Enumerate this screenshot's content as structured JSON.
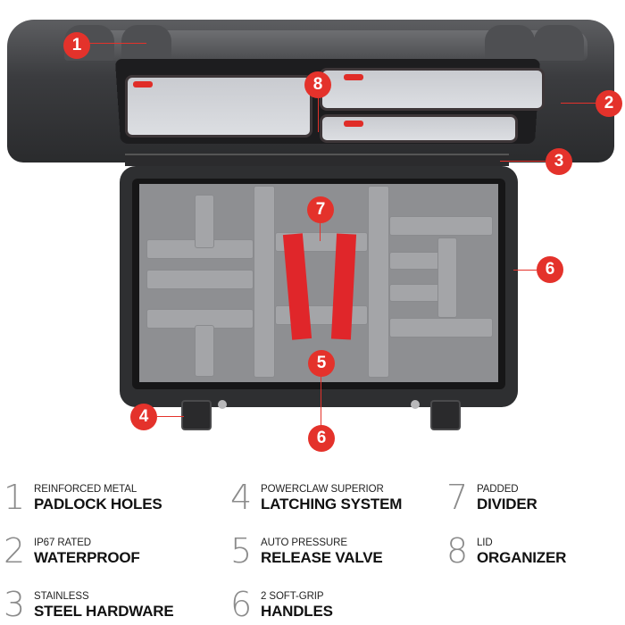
{
  "product": {
    "name": "Hard carry-on case with padded dividers and lid organizer",
    "colors": {
      "callout": "#e4322b",
      "case_body": "#2e2f31",
      "divider": "#a4a5a8",
      "strap": "#e0262a"
    },
    "callouts": [
      {
        "n": "1",
        "target": "padlock holes"
      },
      {
        "n": "2",
        "target": "waterproof seal"
      },
      {
        "n": "3",
        "target": "stainless steel hinge hardware"
      },
      {
        "n": "4",
        "target": "latch"
      },
      {
        "n": "5",
        "target": "pressure release valve"
      },
      {
        "n": "6",
        "target": "handle (bottom)"
      },
      {
        "n": "6",
        "target": "handle (side)"
      },
      {
        "n": "7",
        "target": "padded divider"
      },
      {
        "n": "8",
        "target": "lid organizer"
      }
    ]
  },
  "features": [
    {
      "num": "1",
      "sub": "REINFORCED METAL",
      "main": "PADLOCK HOLES"
    },
    {
      "num": "2",
      "sub": "IP67 RATED",
      "main": "WATERPROOF"
    },
    {
      "num": "3",
      "sub": "STAINLESS",
      "main": "STEEL HARDWARE"
    },
    {
      "num": "4",
      "sub": "POWERCLAW SUPERIOR",
      "main": "LATCHING SYSTEM"
    },
    {
      "num": "5",
      "sub": "AUTO PRESSURE",
      "main": "RELEASE VALVE"
    },
    {
      "num": "6",
      "sub": "2 SOFT-GRIP",
      "main": "HANDLES"
    },
    {
      "num": "7",
      "sub": "PADDED",
      "main": "DIVIDER"
    },
    {
      "num": "8",
      "sub": "LID",
      "main": "ORGANIZER"
    }
  ]
}
